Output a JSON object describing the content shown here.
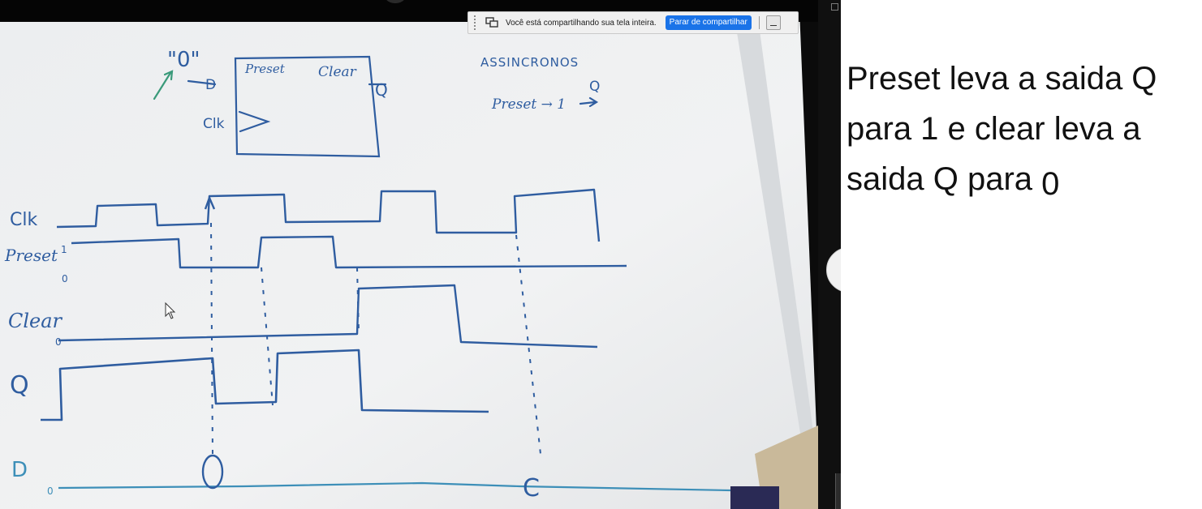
{
  "screen_share": {
    "message": "Você está compartilhando sua tela inteira.",
    "stop_label": "Parar de compartilhar",
    "hide_label": "_"
  },
  "whiteboard": {
    "block_labels": {
      "top_mark": "\"0\"",
      "d_input": "D",
      "preset": "Preset",
      "clear": "Clear",
      "q_output": "Q",
      "clk": "Clk"
    },
    "async_title": "ASSINCRONOS",
    "async_q": "Q",
    "async_rule": "Preset → 1",
    "waveform_labels": [
      "Clk",
      "Preset",
      "Clear",
      "Q",
      "D"
    ],
    "level_marks": {
      "preset_one": "1",
      "preset_zero": "0",
      "clear_zero": "0",
      "d_zero": "0"
    },
    "d_values": [
      "0",
      "C"
    ]
  },
  "notes": {
    "line1": "Preset leva a saida Q",
    "line2": "para 1 e clear leva a",
    "line3_text": "saida Q para ",
    "line3_value": "0"
  },
  "colors": {
    "ink": "#2f5da0",
    "ink_light": "#3d8fb8",
    "board": "#eef0f2",
    "share_button": "#1a73e8"
  }
}
